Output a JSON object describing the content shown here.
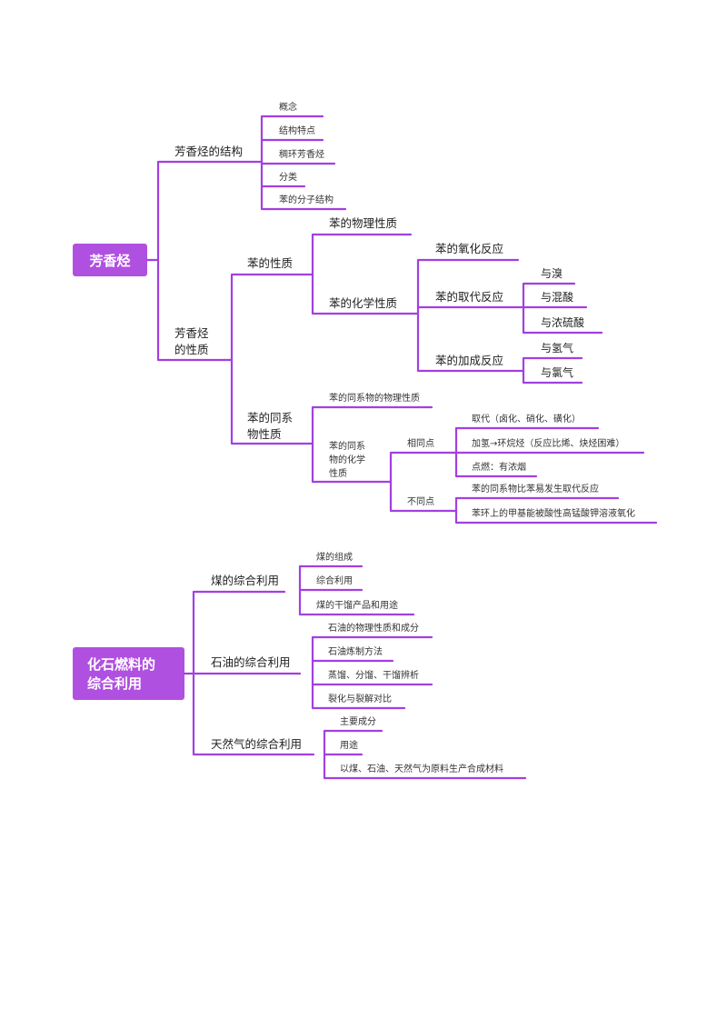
{
  "map1": {
    "root": "芳香烃",
    "structure": {
      "label": "芳香烃的结构",
      "items": [
        "概念",
        "结构特点",
        "稠环芳香烃",
        "分类",
        "苯的分子结构"
      ]
    },
    "properties": {
      "label_line1": "芳香烃",
      "label_line2": "的性质",
      "benzene": {
        "label": "苯的性质",
        "physical": "苯的物理性质",
        "chemical": "苯的化学性质",
        "oxidation": "苯的氧化反应",
        "substitution": "苯的取代反应",
        "substitution_items": [
          "与溴",
          "与混酸",
          "与浓硫酸"
        ],
        "addition": "苯的加成反应",
        "addition_items": [
          "与氢气",
          "与氯气"
        ]
      },
      "homologs": {
        "label_line1": "苯的同系",
        "label_line2": "物性质",
        "physical": "苯的同系物的物理性质",
        "chemical_line1": "苯的同系",
        "chemical_line2": "物的化学",
        "chemical_line3": "性质",
        "same": "相同点",
        "same_items": [
          "取代（卤化、硝化、磺化）",
          "加氢→环烷烃（反应比烯、炔烃困难）",
          "点燃：有浓烟"
        ],
        "diff": "不同点",
        "diff_items": [
          "苯的同系物比苯易发生取代反应",
          "苯环上的甲基能被酸性高锰酸钾溶液氧化"
        ]
      }
    }
  },
  "map2": {
    "root_line1": "化石燃料的",
    "root_line2": "综合利用",
    "coal": {
      "label": "煤的综合利用",
      "items": [
        "煤的组成",
        "综合利用",
        "煤的干馏产品和用途"
      ]
    },
    "oil": {
      "label": "石油的综合利用",
      "items": [
        "石油的物理性质和成分",
        "石油炼制方法",
        "蒸馏、分馏、干馏辨析",
        "裂化与裂解对比"
      ]
    },
    "gas": {
      "label": "天然气的综合利用",
      "items": [
        "主要成分",
        "用途",
        "以煤、石油、天然气为原料生产合成材料"
      ]
    }
  },
  "colors": {
    "accent": "#a33fe0",
    "root_fill": "#b050e0",
    "root_text": "#ffffff"
  }
}
